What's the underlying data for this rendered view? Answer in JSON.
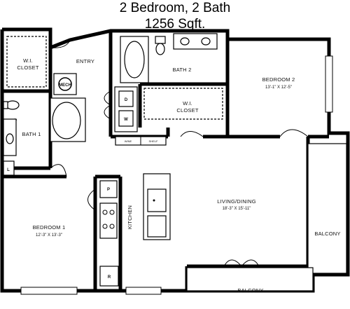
{
  "title": "2 Bedroom, 2 Bath",
  "area": "1256 Sqft.",
  "rooms": {
    "wi_closet_1": {
      "name": "W.I.",
      "name2": "CLOSET"
    },
    "entry": {
      "name": "ENTRY"
    },
    "mech": {
      "name": "MECH"
    },
    "bath_2": {
      "name": "BATH 2"
    },
    "wi_closet_2": {
      "name": "W.I.",
      "name2": "CLOSET"
    },
    "bedroom_2": {
      "name": "BEDROOM 2",
      "dims": "13'-1\" X 12'-5\""
    },
    "bath_1": {
      "name": "BATH 1"
    },
    "laundry": {
      "d": "D",
      "w": "W",
      "wine": "WINE",
      "shelf": "SHELF"
    },
    "living": {
      "name": "LIVING/DINING",
      "dims": "18'-3\" X 15'-11\""
    },
    "kitchen": {
      "name": "KITCHEN",
      "pantry": "P",
      "fridge": "R"
    },
    "bedroom_1": {
      "name": "BEDROOM 1",
      "dims": "12'-3\" X 13'-3\""
    },
    "balcony_side": {
      "name": "BALCONY"
    },
    "balcony_bottom": {
      "name": "BALCONY"
    },
    "linen": {
      "name": "L"
    }
  }
}
